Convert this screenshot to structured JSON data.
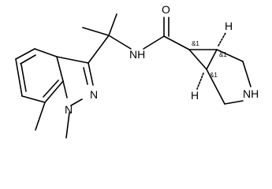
{
  "molecule": {
    "atoms": {
      "O": "O",
      "NH_amide": "NH",
      "N_ring": "N",
      "N_methyl": "N",
      "NH_pyrrolidine": "NH",
      "H_top": "H",
      "H_bottom": "H"
    },
    "stereo_labels": {
      "c1": "&1",
      "c2": "&1",
      "c3": "&1"
    }
  }
}
